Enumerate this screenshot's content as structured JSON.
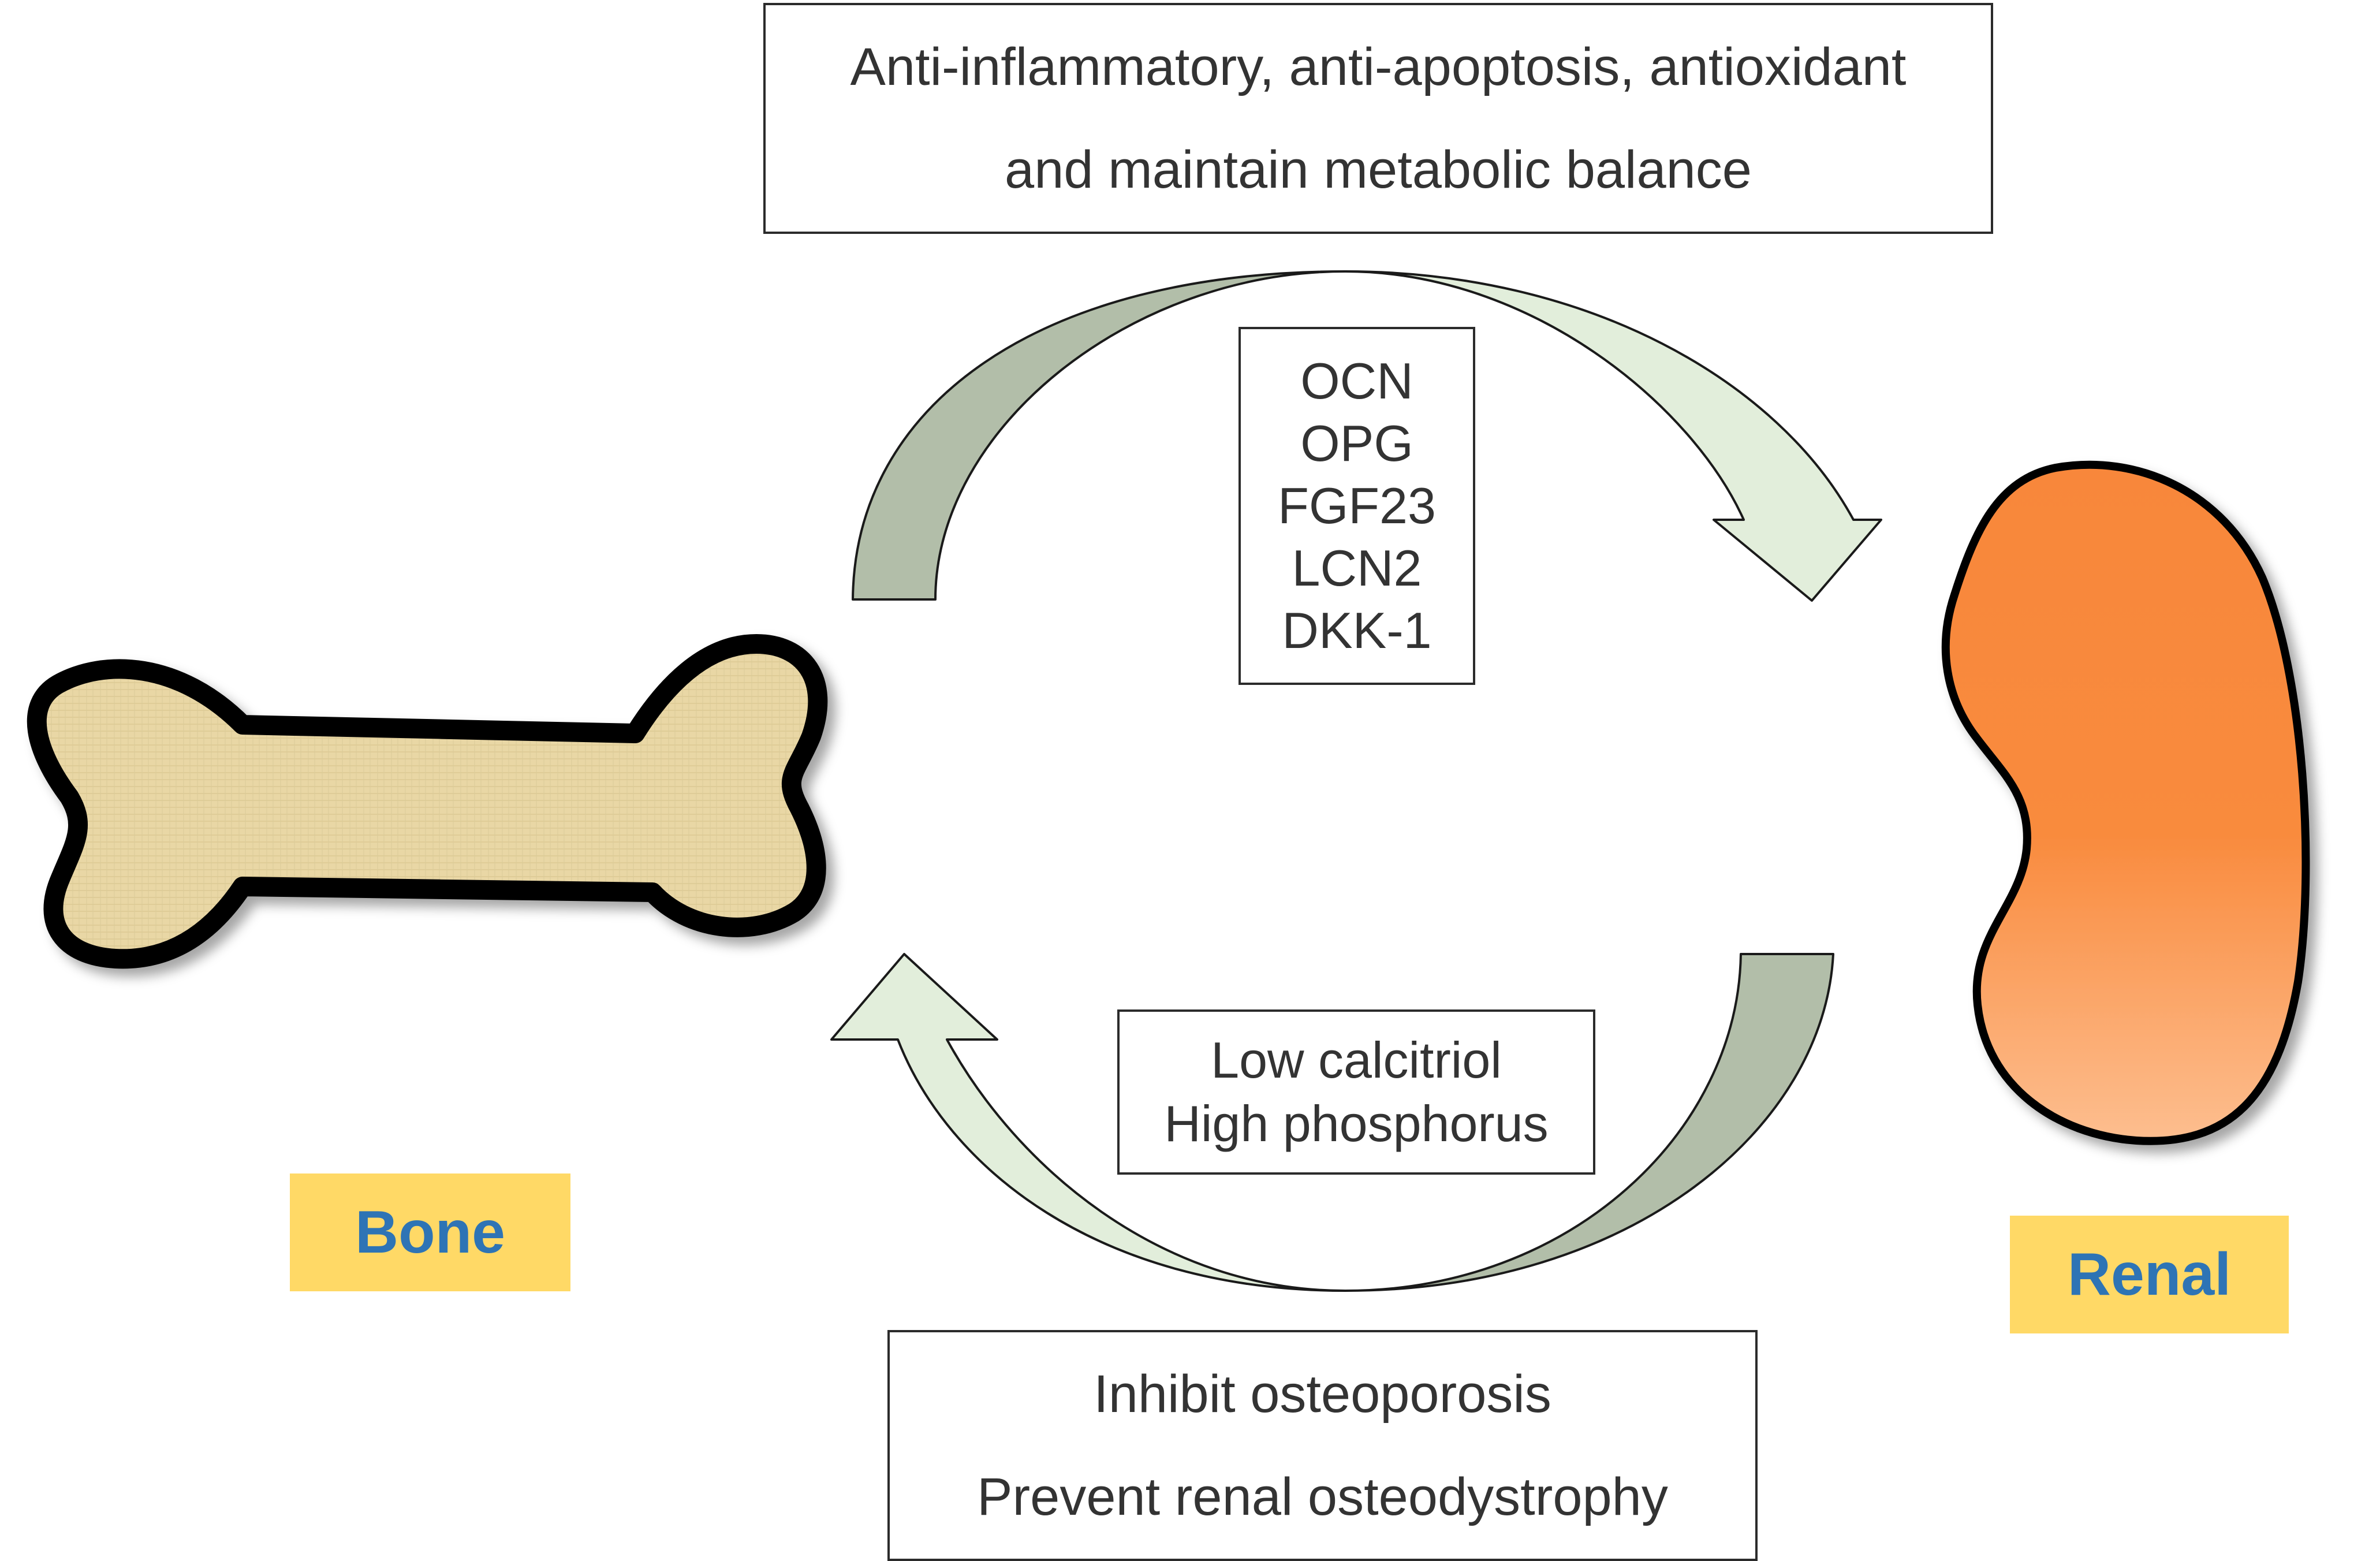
{
  "top_box": {
    "lines": [
      "Anti-inflammatory, anti-apoptosis, antioxidant",
      "and maintain metabolic balance"
    ]
  },
  "markers_box": {
    "lines": [
      "OCN",
      "OPG",
      "FGF23",
      "LCN2",
      "DKK-1"
    ]
  },
  "lower_box": {
    "lines": [
      "Low calcitriol",
      "High phosphorus"
    ]
  },
  "bottom_box": {
    "lines": [
      "Inhibit osteoporosis",
      "Prevent renal osteodystrophy"
    ]
  },
  "labels": {
    "bone": "Bone",
    "renal": "Renal"
  },
  "colors": {
    "bone_fill": "#e9d7a5",
    "bone_outline": "#000000",
    "kidney_fill_top": "#f8873a",
    "kidney_fill_bottom": "#fdbe8f",
    "arrow_dark": "#b2bea9",
    "arrow_light": "#e2eedb",
    "label_bg": "#ffd966",
    "label_text": "#2e74b5"
  }
}
